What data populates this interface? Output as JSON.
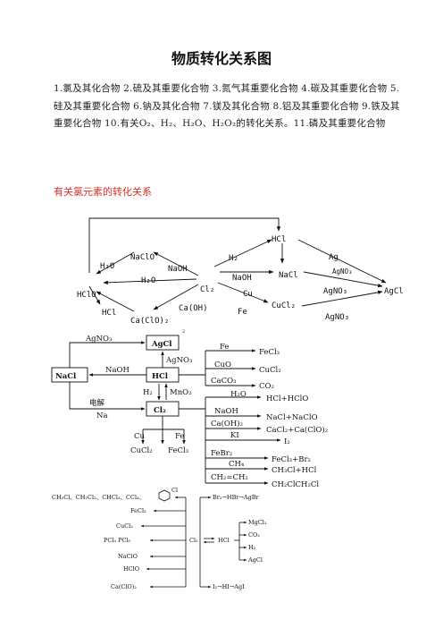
{
  "title": "物质转化关系图",
  "intro": "1.氯及其化合物 2.硫及其重要化合物 3.氮气其重要化合物 4.碳及其重要化合物 5.硅及其重要化合物 6.钠及其化合物 7.镁及其化合物 8.铝及其重要化合物 9.铁及其重要化合物 10.有关O₂、H₂、H₂O、H₂O₂的转化关系。11.磷及其重要化合物",
  "section_heading": "有关氯元素的转化关系",
  "diagram1": {
    "labels": {
      "naclo": "NaClO",
      "h2o_a": "H₂O",
      "naoh_a": "NaOH",
      "h2o_b": "H₂O",
      "hclo": "HClO",
      "hcl_a": "HCl",
      "caclo2": "Ca(ClO)₂",
      "caoh": "Ca(OH)",
      "cl2": "Cl₂",
      "h2": "H₂",
      "hcl_b": "HCl",
      "ag": "Ag",
      "naoh_b": "NaOH",
      "nacl": "NaCl",
      "agno3_a": "AgNO₃",
      "cu": "Cu",
      "agno3_b": "AgNO₃",
      "agcl": "AgCl",
      "fe": "Fe",
      "cucl2": "CuCl₂",
      "agno3_c": "AgNO₃"
    }
  },
  "diagram2": {
    "labels": {
      "agno3_top": "AgNO₃",
      "agcl": "AgCl",
      "agno3_mid": "AgNO₃",
      "fe": "Fe",
      "fecl3_a": "FeCl₃",
      "cuo": "CuO",
      "cucl2_a": "CuCl₂",
      "caco3": "CaCO₃",
      "co2": "CO₂",
      "nacl": "NaCl",
      "naoh_left": "NaOH",
      "hcl": "HCl",
      "h2": "H₂",
      "mno2": "MnO₂",
      "dianjie": "电解",
      "na": "Na",
      "cl2": "Cl₂",
      "h2o": "H₂O",
      "hcl_hclo": "HCl+HClO",
      "naoh": "NaOH",
      "nacl_naclo": "NaCl+NaClO",
      "caoh2": "Ca(OH)₂",
      "cacl2_caclo2": "CaCl₂+Ca(ClO)₂",
      "ki": "KI",
      "i2": "I₂",
      "febr2": "FeBr₂",
      "fecl3_br2": "FeCl₃+Br₂",
      "ch4": "CH₄",
      "ch3cl_hcl": "CH₃Cl+HCl",
      "ch2ch2": "CH₂=CH₂",
      "ch2clch2cl": "CH₂ClCH₂Cl",
      "cu_bottom": "Cu",
      "fe_bottom": "Fe",
      "cucl2_bottom": "CuCl₂",
      "fecl3_bottom": "FeCl₃",
      "tiny2": "2"
    }
  },
  "diagram3": {
    "labels": {
      "chlorides": "CH₃Cl、CH₂Cl₂、CHCl₃、CCl₄、",
      "chlorobenzene_cl": "Cl",
      "fecl3": "FeCl₃",
      "cucl2": "CuCl₂",
      "pcl": "PCl₃ PCl₅",
      "naclo": "NaClO",
      "hclo": "HClO",
      "caclo2": "Ca(ClO)₂",
      "cl2": "Cl₂",
      "br2_chain": "Br₂→HBr→AgBr",
      "hcl": "HCl",
      "mgcl2": "MgCl₂",
      "co2": "CO₂",
      "h2": "H₂",
      "agcl": "AgCl",
      "i2_chain": "I₂→HI→AgI"
    }
  }
}
